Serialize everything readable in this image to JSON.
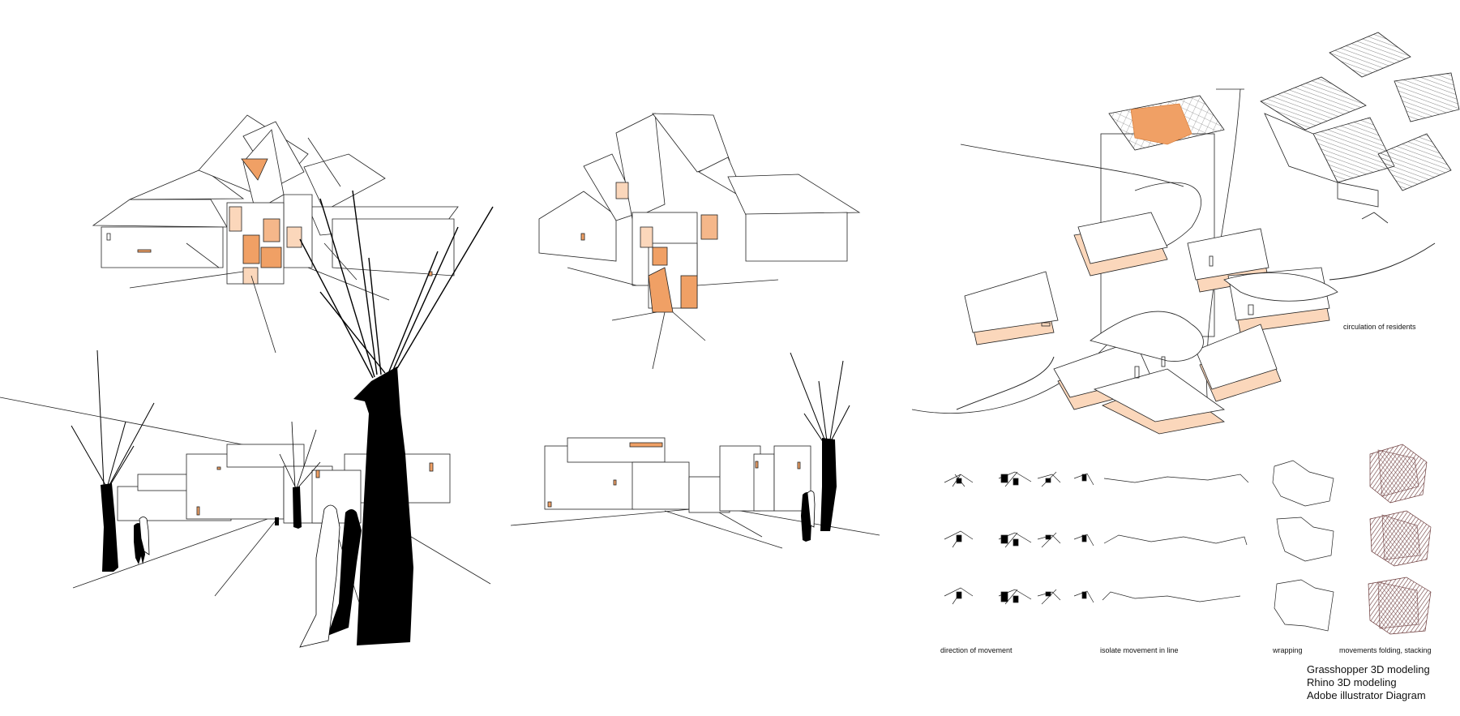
{
  "labels": {
    "circulation": "circulation of residents",
    "direction": "direction of movement",
    "isolate": "isolate movement in line",
    "wrapping": "wrapping",
    "folding": "movements folding, stacking"
  },
  "credits": [
    "Grasshopper 3D modeling",
    "Rhino 3D modeling",
    "Adobe illustrator Diagram"
  ],
  "colors": {
    "line": "#222222",
    "silhouette": "#000000",
    "accent": "#f0a065",
    "accent_light": "#fbd7bb",
    "hatch": "#6b3a3a"
  }
}
